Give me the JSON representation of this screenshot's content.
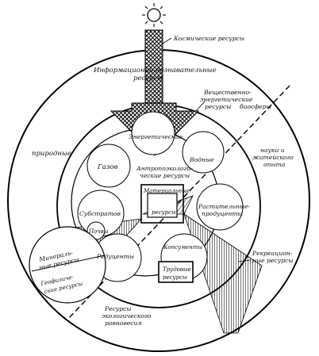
{
  "labels": {
    "cosmic": "Космические ресурсы",
    "info_1": "Информационно-познавательные",
    "info_2": "ресурсы",
    "matenergy_1": "Вещественно-",
    "matenergy_2": "энергетические",
    "matenergy_3": "ресурсы",
    "matenergy_4": "биосферы",
    "natural": "природные",
    "science_1": "науки и",
    "science_2": "житейского",
    "science_3": "опыта",
    "energy": "Энергетические",
    "gases": "Газов",
    "water": "Водные",
    "anthropo_1": "Антропоэкологи-",
    "anthropo_2": "ческие ресурсы",
    "material_1": "Материальные",
    "material_2": "ресурсы",
    "substrate": "Субстратов",
    "plant_1": "Растительные-",
    "plant_2": "продуценты",
    "soils": "Почвы",
    "reducers": "Редуценты",
    "consumers": "Консументы",
    "labor_1": "Трудовые",
    "labor_2": "ресурсы",
    "mineral_1": "Минераль-",
    "mineral_2": "ные ресурсы",
    "geophys_1": "Геофизиче-",
    "geophys_2": "ские ресурсы",
    "recreation_1": "Рекреацион-",
    "recreation_2": "ные ресурсы",
    "balance_1": "Ресурсы",
    "balance_2": "экологического",
    "balance_3": "равновесия"
  }
}
